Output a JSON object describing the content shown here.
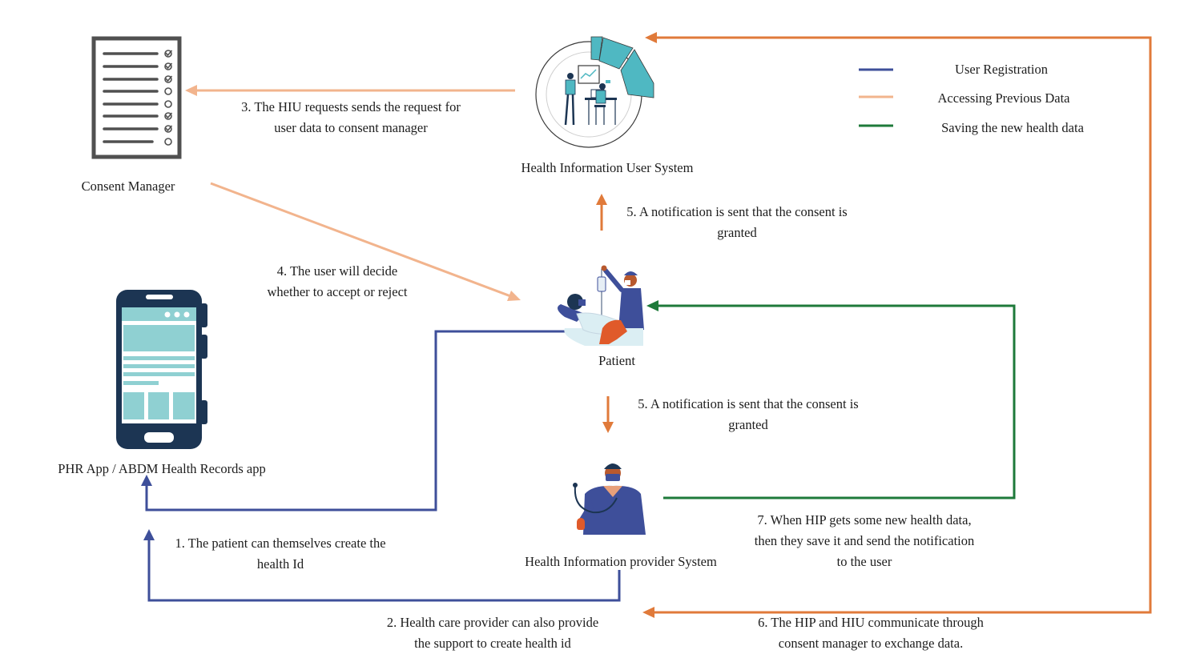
{
  "nodes": {
    "consent_manager": "Consent Manager",
    "hiu": "Health Information User System",
    "patient": "Patient",
    "phr_app": "PHR App / ABDM Health Records app",
    "hip": "Health Information provider System"
  },
  "legend": [
    {
      "label": "User Registration",
      "color": "#3e4f9a"
    },
    {
      "label": "Accessing Previous Data",
      "color": "#f2b48d"
    },
    {
      "label": "Saving the new health data",
      "color": "#1e7a3a"
    }
  ],
  "steps": {
    "step1": [
      "1. The patient can themselves create the",
      "health Id"
    ],
    "step2": [
      "2. Health care provider can also provide",
      "the support to create health id"
    ],
    "step3": [
      "3. The HIU requests sends the request for",
      "user data to consent manager"
    ],
    "step4": [
      "4. The user will decide",
      "whether to accept or reject"
    ],
    "step5a": [
      "5. A notification is sent that the consent is",
      "granted"
    ],
    "step5b": [
      "5. A notification is sent that the consent is",
      "granted"
    ],
    "step6": [
      "6. The HIP and HIU communicate through",
      "consent manager to exchange data."
    ],
    "step7": [
      "7. When HIP gets some new health data,",
      "then they save it and send the notification",
      "to the user"
    ]
  },
  "colors": {
    "blue": "#3e4f9a",
    "peach": "#f2b48d",
    "green": "#1e7a3a",
    "orange": "#e07a3a",
    "teal": "#4fb8c2",
    "navy": "#1c3553"
  }
}
